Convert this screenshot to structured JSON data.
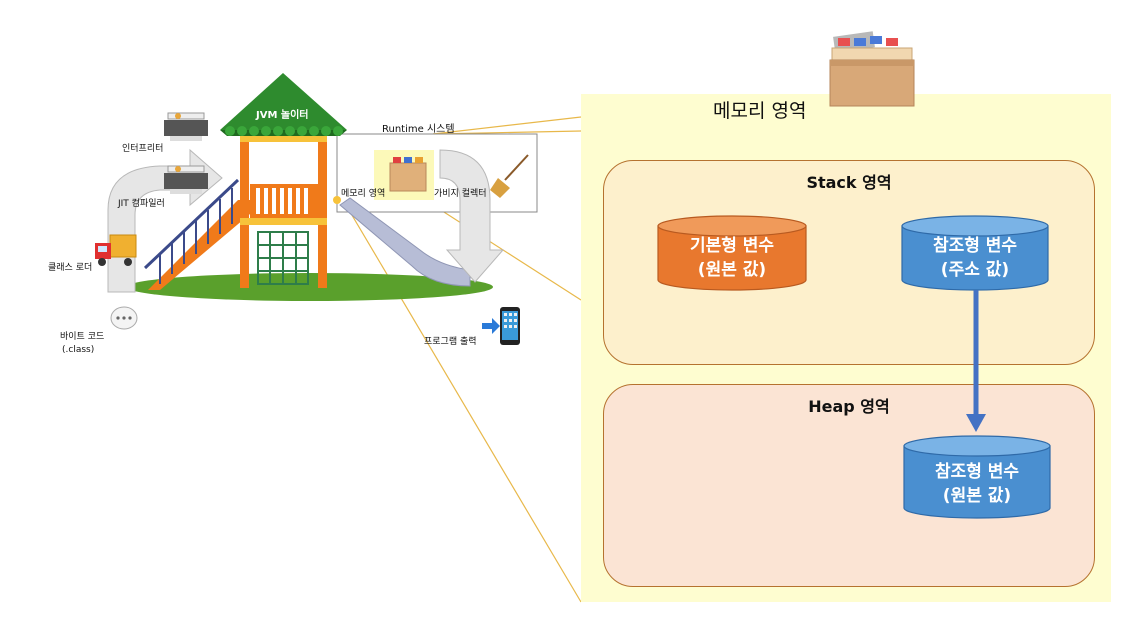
{
  "playground": {
    "jvm_label": "JVM 놀이터",
    "runtime_label": "Runtime 시스템",
    "memory_small_label": "메모리 영역",
    "gc_label": "가비지 컬렉터",
    "interpreter_label": "인터프리터",
    "jit_label": "JIT 컴파일러",
    "class_loader_label": "클래스 로더",
    "bytecode_label": "바이트 코드",
    "bytecode_ext": "(.class)",
    "program_output_label": "프로그램 출력"
  },
  "memory": {
    "title": "메모리 영역",
    "stack": {
      "title": "Stack 영역",
      "primitive_line1": "기본형 변수",
      "primitive_line2": "(원본 값)",
      "ref_line1": "참조형 변수",
      "ref_line2": "(주소 값)"
    },
    "heap": {
      "title": "Heap 영역",
      "ref_line1": "참조형 변수",
      "ref_line2": "(원본 값)"
    }
  },
  "colors": {
    "panel": "#fefdd0",
    "stack_bg": "#fdf0cc",
    "heap_bg": "#fbe4d4",
    "orange_cylinder": "#e8782e",
    "blue_cylinder": "#4a8fd0",
    "arrow": "#4472c4",
    "roof": "#2e8b2e"
  }
}
